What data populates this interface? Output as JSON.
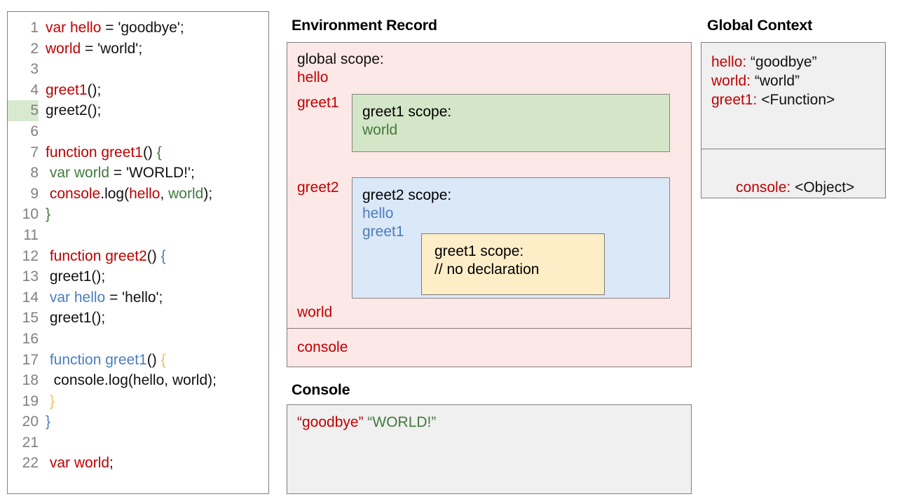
{
  "colors": {
    "red": "#c00000",
    "blue": "#4a7ebc",
    "green": "#417a3c",
    "orange": "#f0c060",
    "pink_panel": "#fce8e6",
    "green_panel": "#d4e6c8",
    "blue_panel": "#dbe8f8",
    "yellow_panel": "#fdeec8",
    "gray_panel": "#f0f0f0",
    "line_number": "#808080",
    "highlight_line": "#d7ead0"
  },
  "code_panel": {
    "highlighted_line": 5,
    "lines": [
      {
        "n": "1",
        "tokens": [
          {
            "t": "var hello",
            "c": "red"
          },
          {
            "t": " = 'goodbye';",
            "c": "blk"
          }
        ]
      },
      {
        "n": "2",
        "tokens": [
          {
            "t": "world",
            "c": "red"
          },
          {
            "t": " = 'world';",
            "c": "blk"
          }
        ]
      },
      {
        "n": "3",
        "tokens": []
      },
      {
        "n": "4",
        "tokens": [
          {
            "t": "greet1",
            "c": "red"
          },
          {
            "t": "();",
            "c": "blk"
          }
        ]
      },
      {
        "n": "5",
        "tokens": [
          {
            "t": "greet2();",
            "c": "blk"
          }
        ]
      },
      {
        "n": "6",
        "tokens": []
      },
      {
        "n": "7",
        "tokens": [
          {
            "t": "function greet1",
            "c": "red"
          },
          {
            "t": "() ",
            "c": "blk"
          },
          {
            "t": "{",
            "c": "green"
          }
        ]
      },
      {
        "n": "8",
        "tokens": [
          {
            "t": " ",
            "c": "blk"
          },
          {
            "t": "var world",
            "c": "green"
          },
          {
            "t": " = 'WORLD!';",
            "c": "blk"
          }
        ]
      },
      {
        "n": "9",
        "tokens": [
          {
            "t": " ",
            "c": "blk"
          },
          {
            "t": "console",
            "c": "red"
          },
          {
            "t": ".log(",
            "c": "blk"
          },
          {
            "t": "hello",
            "c": "red"
          },
          {
            "t": ", ",
            "c": "blk"
          },
          {
            "t": "world",
            "c": "green"
          },
          {
            "t": ");",
            "c": "blk"
          }
        ]
      },
      {
        "n": "10",
        "tokens": [
          {
            "t": "}",
            "c": "green"
          }
        ]
      },
      {
        "n": "11",
        "tokens": []
      },
      {
        "n": "12",
        "tokens": [
          {
            "t": " ",
            "c": "blk"
          },
          {
            "t": "function greet2",
            "c": "red"
          },
          {
            "t": "() ",
            "c": "blk"
          },
          {
            "t": "{",
            "c": "blue"
          }
        ]
      },
      {
        "n": "13",
        "tokens": [
          {
            "t": " greet1();",
            "c": "blk"
          }
        ]
      },
      {
        "n": "14",
        "tokens": [
          {
            "t": " ",
            "c": "blk"
          },
          {
            "t": "var hello",
            "c": "blue"
          },
          {
            "t": " = 'hello';",
            "c": "blk"
          }
        ]
      },
      {
        "n": "15",
        "tokens": [
          {
            "t": " greet1();",
            "c": "blk"
          }
        ]
      },
      {
        "n": "16",
        "tokens": []
      },
      {
        "n": "17",
        "tokens": [
          {
            "t": " ",
            "c": "blk"
          },
          {
            "t": "function greet1",
            "c": "blue"
          },
          {
            "t": "() ",
            "c": "blk"
          },
          {
            "t": "{",
            "c": "org"
          }
        ]
      },
      {
        "n": "18",
        "tokens": [
          {
            "t": "  console.log(hello, world);",
            "c": "blk"
          }
        ]
      },
      {
        "n": "19",
        "tokens": [
          {
            "t": " ",
            "c": "blk"
          },
          {
            "t": "}",
            "c": "org"
          }
        ]
      },
      {
        "n": "20",
        "tokens": [
          {
            "t": "}",
            "c": "blue"
          }
        ]
      },
      {
        "n": "21",
        "tokens": []
      },
      {
        "n": "22",
        "tokens": [
          {
            "t": " ",
            "c": "blk"
          },
          {
            "t": "var world",
            "c": "red"
          },
          {
            "t": ";",
            "c": "blk"
          }
        ]
      }
    ]
  },
  "environment_record": {
    "title": "Environment Record",
    "global_scope_heading": "global scope:",
    "global_vars": [
      "hello",
      "greet1",
      "greet2",
      "world"
    ],
    "greet1_scope_global": {
      "heading": "greet1 scope:",
      "vars": [
        "world"
      ]
    },
    "greet2_scope": {
      "heading": "greet2 scope:",
      "vars": [
        "hello",
        "greet1"
      ]
    },
    "greet1_scope_nested": {
      "heading": "greet1 scope:",
      "note": "// no declaration"
    },
    "console_entry": "console"
  },
  "console_panel": {
    "title": "Console",
    "output": [
      {
        "text": "“goodbye”",
        "color": "red"
      },
      {
        "text": "“WORLD!”",
        "color": "green"
      }
    ]
  },
  "global_context": {
    "title": "Global Context",
    "bindings": [
      {
        "key": "hello:",
        "value": " “goodbye”"
      },
      {
        "key": "world:",
        "value": " “world”"
      },
      {
        "key": "greet1:",
        "value": " <Function>"
      }
    ],
    "console_binding": {
      "key": "console:",
      "value": " <Object>"
    }
  }
}
